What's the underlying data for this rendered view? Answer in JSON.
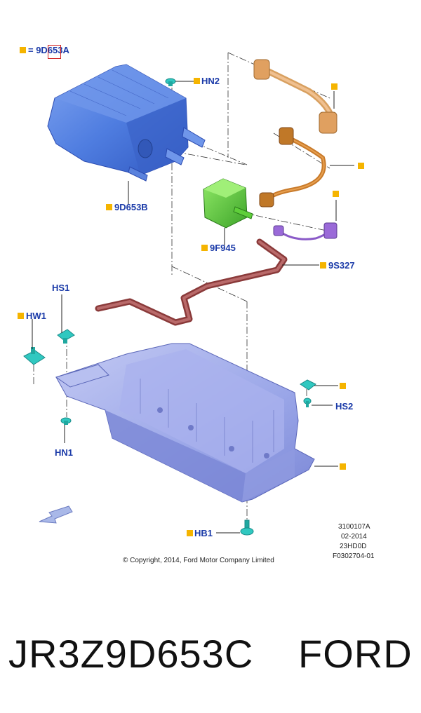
{
  "legend": {
    "text": "= 9D653A"
  },
  "callouts": {
    "hn2": "HN2",
    "b9d653b": "9D653B",
    "f9f945": "9F945",
    "s9s327": "9S327",
    "hs1": "HS1",
    "hw1": "HW1",
    "hs2": "HS2",
    "hn1": "HN1",
    "hb1": "HB1"
  },
  "meta": {
    "line1": "3100107A",
    "line2": "02-2014",
    "line3": "23HD0D",
    "line4": "F0302704-01"
  },
  "copyright": "© Copyright, 2014, Ford Motor Company Limited",
  "caption": {
    "part_number": "JR3Z9D653C",
    "brand": "FORD"
  },
  "colors": {
    "label_blue": "#1a3aa8",
    "marker_orange": "#f5b400",
    "canister_blue": "#4f7de0",
    "bracket_lavender": "#9aa6e8",
    "valve_green": "#5fcf3a",
    "tube_brown": "#a05050",
    "hose_orange": "#e0a060",
    "connector_purple": "#8a5ac8"
  },
  "icons": {
    "direction_arrow": "arrow-icon"
  }
}
